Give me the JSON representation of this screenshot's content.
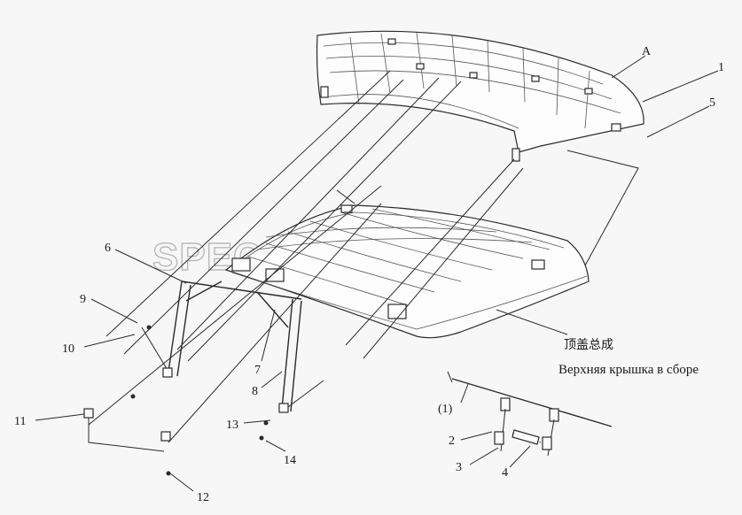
{
  "watermark": "SPECSERVER.COM",
  "caption": {
    "chinese": "顶盖总成",
    "russian": "Верхняя крышка в сборе"
  },
  "callouts": {
    "A": "A",
    "n1": "1",
    "n5": "5",
    "n6": "6",
    "n9": "9",
    "n10": "10",
    "n11": "11",
    "n12": "12",
    "n7": "7",
    "n8": "8",
    "n13": "13",
    "n14": "14",
    "d1": "(1)",
    "d2": "2",
    "d3": "3",
    "d4": "4"
  }
}
